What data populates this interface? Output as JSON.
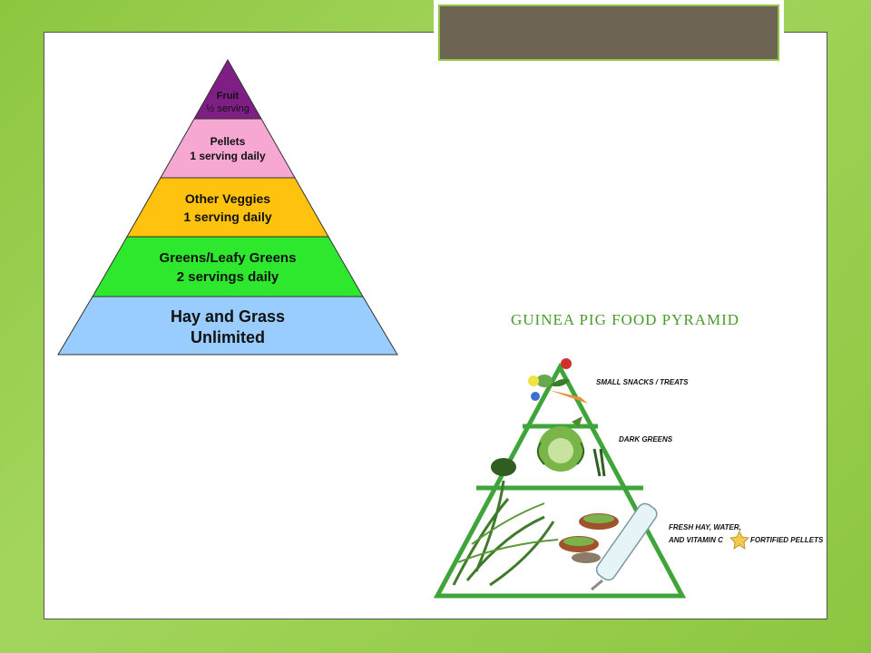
{
  "pyramid_left": {
    "tiers": [
      {
        "line1": "Fruit",
        "line2": "½ serving",
        "color": "#7f1f86",
        "text_color": "#ffffff"
      },
      {
        "line1": "Pellets",
        "line2": "1 serving daily",
        "color": "#f7a8d2",
        "text_color": "#111111"
      },
      {
        "line1": "Other Veggies",
        "line2": "1 serving daily",
        "color": "#ffc20e",
        "text_color": "#111111"
      },
      {
        "line1": "Greens/Leafy Greens",
        "line2": "2 servings daily",
        "color": "#2ee82e",
        "text_color": "#111111"
      },
      {
        "line1": "Hay and Grass",
        "line2": "Unlimited",
        "color": "#99ccff",
        "text_color": "#111111"
      }
    ]
  },
  "pyramid_right": {
    "title": "GUINEA PIG FOOD PYRAMID",
    "labels": {
      "top": "SMALL SNACKS / TREATS",
      "middle": "DARK GREENS",
      "bottom_line1": "FRESH HAY, WATER,",
      "bottom_line2": "AND VITAMIN C",
      "bottom_line3": "FORTIFIED PELLETS"
    },
    "colors": {
      "title": "#4a9a2c",
      "outline": "#3fa53a"
    }
  }
}
